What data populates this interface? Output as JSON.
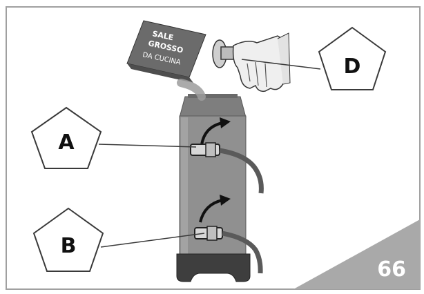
{
  "callouts": {
    "a": "A",
    "b": "B",
    "d": "D"
  },
  "salt_box": {
    "line1": "SALE",
    "line2": "GROSSO",
    "line3": "DA CUCINA"
  },
  "page_number": "66",
  "colors": {
    "border": "#9a9a9a",
    "tank": "#8e8e8e",
    "tank_dark": "#4a4a4a",
    "corner": "#a9a9a9",
    "salt_box": "#6b6b6b",
    "pentagon_stroke": "#3a3a3a"
  }
}
